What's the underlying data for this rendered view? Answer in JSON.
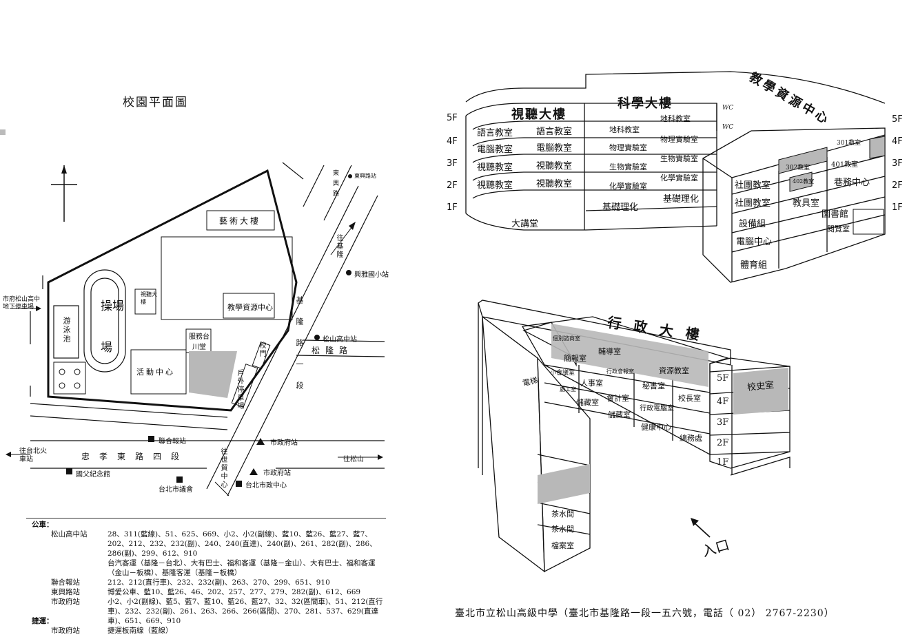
{
  "campus_map": {
    "title": "校園平面圖",
    "north": "N",
    "buildings": {
      "art": "藝術大樓",
      "field": "操場",
      "field2": "場",
      "pool": "游泳池",
      "av": "視聽大樓",
      "resource": "教學資源中心",
      "service": "服務台川堂",
      "activity": "活動中心",
      "gate": "校門",
      "outdoor_parking": "戶外停車場"
    },
    "roads": {
      "keelung": "基隆路一段",
      "songlong": "松隆路",
      "zhongxiao": "忠孝東路四段",
      "dongxing": "東興路",
      "to_keelung": "往基隆",
      "to_taipei_station": "往台北火車站",
      "to_songshan": "往松山",
      "to_wtc": "往世貿中心",
      "parking_lot": "市府松山高中地下停車場"
    },
    "stops": {
      "dongxing_stop": "東興路站",
      "xingya": "興雅國小站",
      "songshan_stop": "松山高中站",
      "united_daily": "聯合報站",
      "city_hall_stop1": "市政府站",
      "city_hall_stop2": "市政府站",
      "sun_yat_sen": "國父紀念館",
      "council": "台北市議會",
      "city_gov": "台北市政中心"
    }
  },
  "transit": {
    "bus_heading": "公車：",
    "rows": [
      {
        "stop": "松山高中站",
        "lines": "28、311(藍線)、51、625、669、小2、小2(副線)、藍10、藍26、藍27、藍7、202、212、232、232(副)、240、240(直達)、240(副)、261、282(副)、286、286(副)、299、612、910"
      },
      {
        "stop": "",
        "lines": "台汽客運（基隆－台北）、大有巴士、福和客運（基隆－金山）、大有巴士、福和客運（金山－板橋）、基隆客運（基隆－板橋）"
      },
      {
        "stop": "聯合報站",
        "lines": "212、212(直行車)、232、232(副)、263、270、299、651、910"
      },
      {
        "stop": "東興路站",
        "lines": "博愛公車、藍10、藍26、46、202、257、277、279、282(副)、612、669"
      },
      {
        "stop": "市政府站",
        "lines": "小2、小2(副線)、藍5、藍7、藍10、藍26、藍27、32、32(區間車)、51、212(直行車)、232、232(副)、261、263、266、266(區間)、270、281、537、629(直達車)、651、669、910"
      }
    ],
    "mrt_heading": "捷運：",
    "mrt_stop": "市政府站",
    "mrt_line": "捷運板南線（藍線）"
  },
  "science_building": {
    "floors": [
      "5F",
      "4F",
      "3F",
      "2F",
      "1F"
    ],
    "names": {
      "av": "視聽大樓",
      "science": "科學大樓",
      "resource": "教學資源中心"
    },
    "rooms_left": [
      "語言教室",
      "語言教室",
      "電腦教室",
      "電腦教室",
      "視聽教室",
      "視聽教室",
      "視聽教室",
      "視聽教室",
      "大講堂"
    ],
    "rooms_mid": [
      "地科教室",
      "地科教室",
      "物理實驗室",
      "物理實驗室",
      "生物實驗室",
      "生物實驗室",
      "化學實驗室",
      "化學實驗室",
      "基礎理化",
      "基礎理化",
      "WC",
      "WC"
    ],
    "rooms_right": [
      "社團教室",
      "社團教室",
      "設備組",
      "電腦中心",
      "體育組",
      "302教室",
      "301教室",
      "401教室",
      "402教室",
      "教具室",
      "巷務中心",
      "圖書館",
      "閱覽室"
    ]
  },
  "admin_building": {
    "name": "行政大樓",
    "floors": [
      "5F",
      "4F",
      "3F",
      "2F",
      "1F"
    ],
    "rooms": [
      "個別諮商室",
      "輔導室",
      "簡報室",
      "資源教室",
      "小會議室",
      "行政會報室",
      "人事室",
      "會計室",
      "秘書室",
      "校長室",
      "處工室",
      "儲藏室",
      "儲藏室",
      "行政電腦室",
      "健康中心",
      "總務處",
      "電梯",
      "茶水間",
      "茶水間",
      "檔案室",
      "校史室"
    ],
    "entrance": "入口"
  },
  "footer": "臺北市立松山高級中學（臺北市基隆路一段一五六號，電話（ 02） 2767-2230）"
}
